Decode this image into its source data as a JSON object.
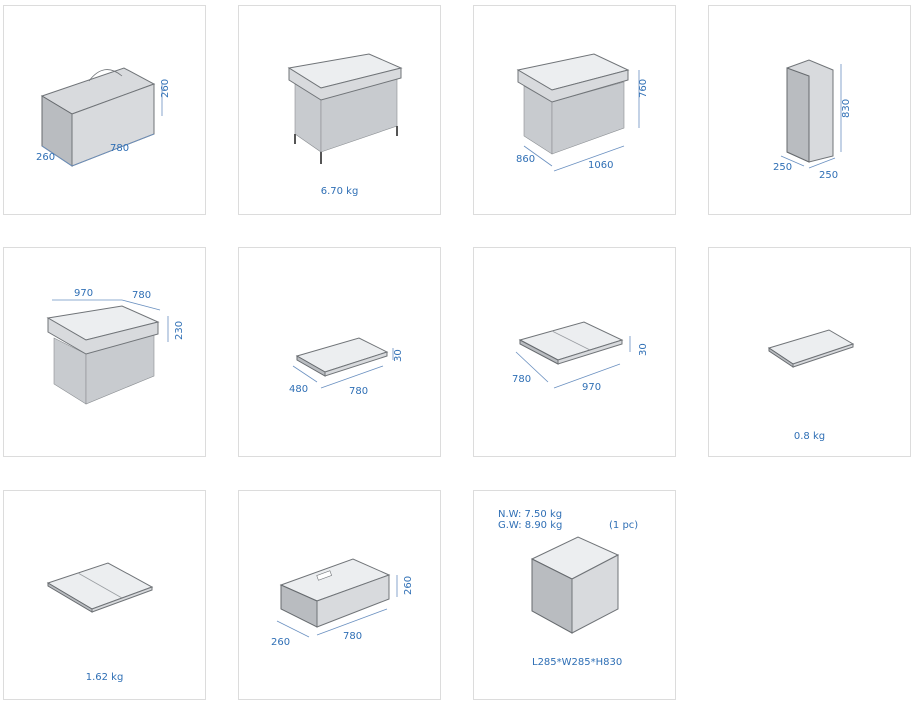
{
  "cards": [
    {
      "dims": [
        "260",
        "260",
        "780"
      ]
    },
    {
      "caption": "6.70 kg"
    },
    {
      "dims": [
        "760",
        "860",
        "1060"
      ]
    },
    {
      "dims": [
        "830",
        "250",
        "250"
      ]
    },
    {
      "dims": [
        "970",
        "780",
        "230"
      ]
    },
    {
      "dims": [
        "30",
        "480",
        "780"
      ]
    },
    {
      "dims": [
        "30",
        "780",
        "970"
      ]
    },
    {
      "caption": "0.8 kg"
    },
    {
      "caption": "1.62 kg"
    },
    {
      "dims": [
        "260",
        "260",
        "780"
      ]
    },
    {
      "nw": "N.W: 7.50 kg",
      "gw": "G.W: 8.90 kg",
      "qty": "(1 pc)",
      "size": "L285*W285*H830"
    }
  ]
}
